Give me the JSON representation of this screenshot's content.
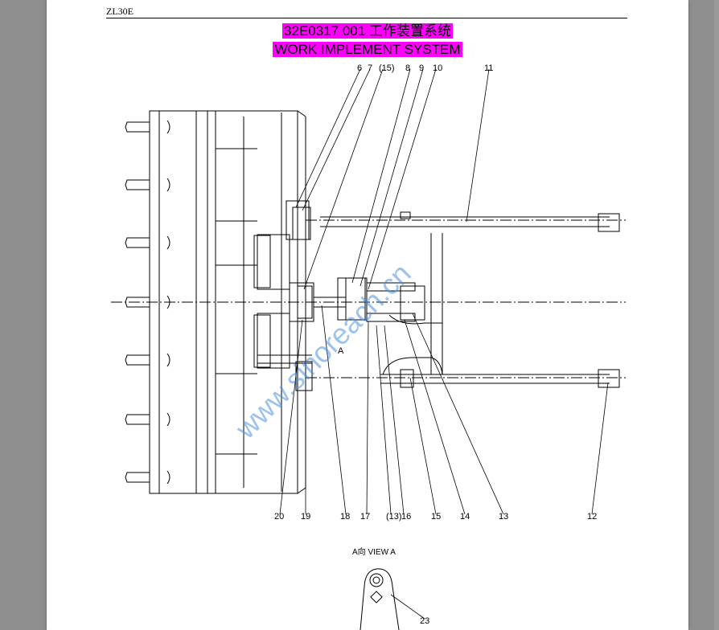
{
  "header": {
    "model": "ZL30E"
  },
  "title": {
    "line1": "32E0317 001  工作装置系统",
    "line2": "WORK IMPLEMENT SYSTEM"
  },
  "callouts": [
    "6",
    "7",
    "(15)",
    "8",
    "9",
    "10",
    "11",
    "20",
    "19",
    "18",
    "17",
    "(13)",
    "16",
    "15",
    "14",
    "13",
    "12",
    "23"
  ],
  "section_label": "A",
  "view_label": "A向  VIEW A",
  "watermark": "www.sinoreach.cn",
  "colors": {
    "highlight": "#ff00ff",
    "watermark": "#4a90e2"
  }
}
